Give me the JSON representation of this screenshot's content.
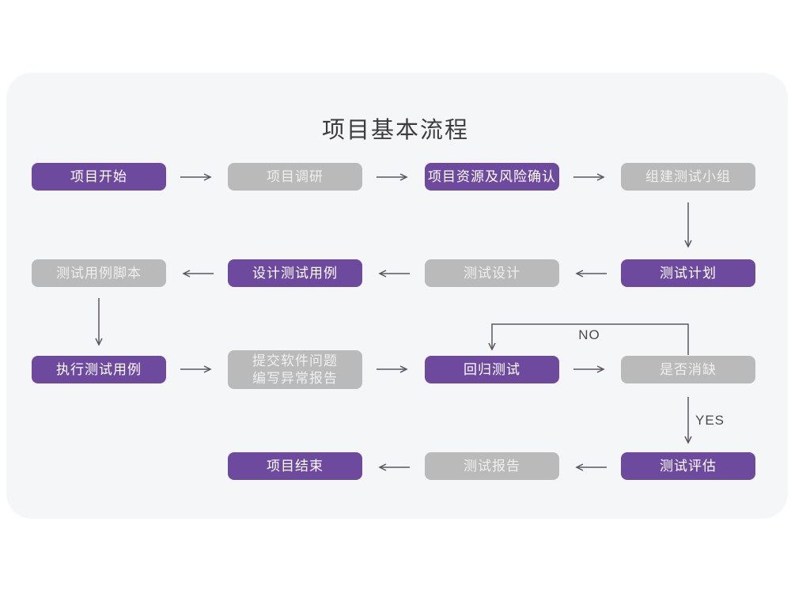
{
  "title": "项目基本流程",
  "edge_labels": {
    "no": "NO",
    "yes": "YES"
  },
  "colors": {
    "purple_node": "#6e4a9e",
    "gray_node": "#bababa",
    "card_background": "#f5f6f7",
    "page_background": "#ffffff",
    "arrow": "#5a5762",
    "title_text": "#3d3d3d",
    "text_on_purple": "#ffffff",
    "text_on_gray": "#efefef"
  },
  "nodes": [
    {
      "id": "project-start",
      "label": "项目开始",
      "variant": "purple"
    },
    {
      "id": "project-research",
      "label": "项目调研",
      "variant": "gray"
    },
    {
      "id": "resource-risk-confirm",
      "label": "项目资源及风险确认",
      "variant": "purple"
    },
    {
      "id": "build-test-team",
      "label": "组建测试小组",
      "variant": "gray"
    },
    {
      "id": "test-plan",
      "label": "测试计划",
      "variant": "purple"
    },
    {
      "id": "test-design",
      "label": "测试设计",
      "variant": "gray"
    },
    {
      "id": "design-test-cases",
      "label": "设计测试用例",
      "variant": "purple"
    },
    {
      "id": "test-case-script",
      "label": "测试用例脚本",
      "variant": "gray"
    },
    {
      "id": "execute-test-cases",
      "label": "执行测试用例",
      "variant": "purple"
    },
    {
      "id": "submit-issues-report",
      "label": "提交软件问题\n编写异常报告",
      "variant": "gray"
    },
    {
      "id": "regression-test",
      "label": "回归测试",
      "variant": "purple"
    },
    {
      "id": "defect-resolved",
      "label": "是否消缺",
      "variant": "gray"
    },
    {
      "id": "test-evaluation",
      "label": "测试评估",
      "variant": "purple"
    },
    {
      "id": "test-report",
      "label": "测试报告",
      "variant": "gray"
    },
    {
      "id": "project-end",
      "label": "项目结束",
      "variant": "purple"
    }
  ]
}
